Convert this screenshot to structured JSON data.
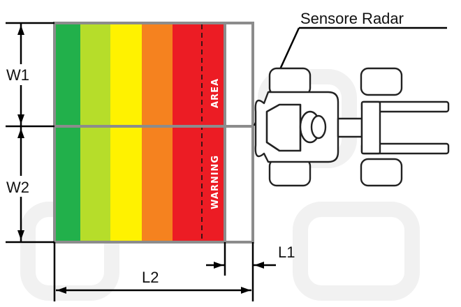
{
  "labels": {
    "sensor": "Sensore  Radar",
    "w1": "W1",
    "w2": "W2",
    "l1": "L1",
    "l2": "L2",
    "area": "AREA",
    "warning": "WARNING"
  },
  "zone_colors": [
    "#22b04b",
    "#b6dd2a",
    "#fff200",
    "#f5821f",
    "#ec1c24",
    "#ec1c24"
  ],
  "colors": {
    "frame": "#8c8c8c",
    "dimension": "#000000",
    "vehicle": "#222222",
    "background_watermark": "#f2f2f2"
  },
  "icons": [
    "forklift-top-view-icon",
    "radar-sensor-icon"
  ]
}
